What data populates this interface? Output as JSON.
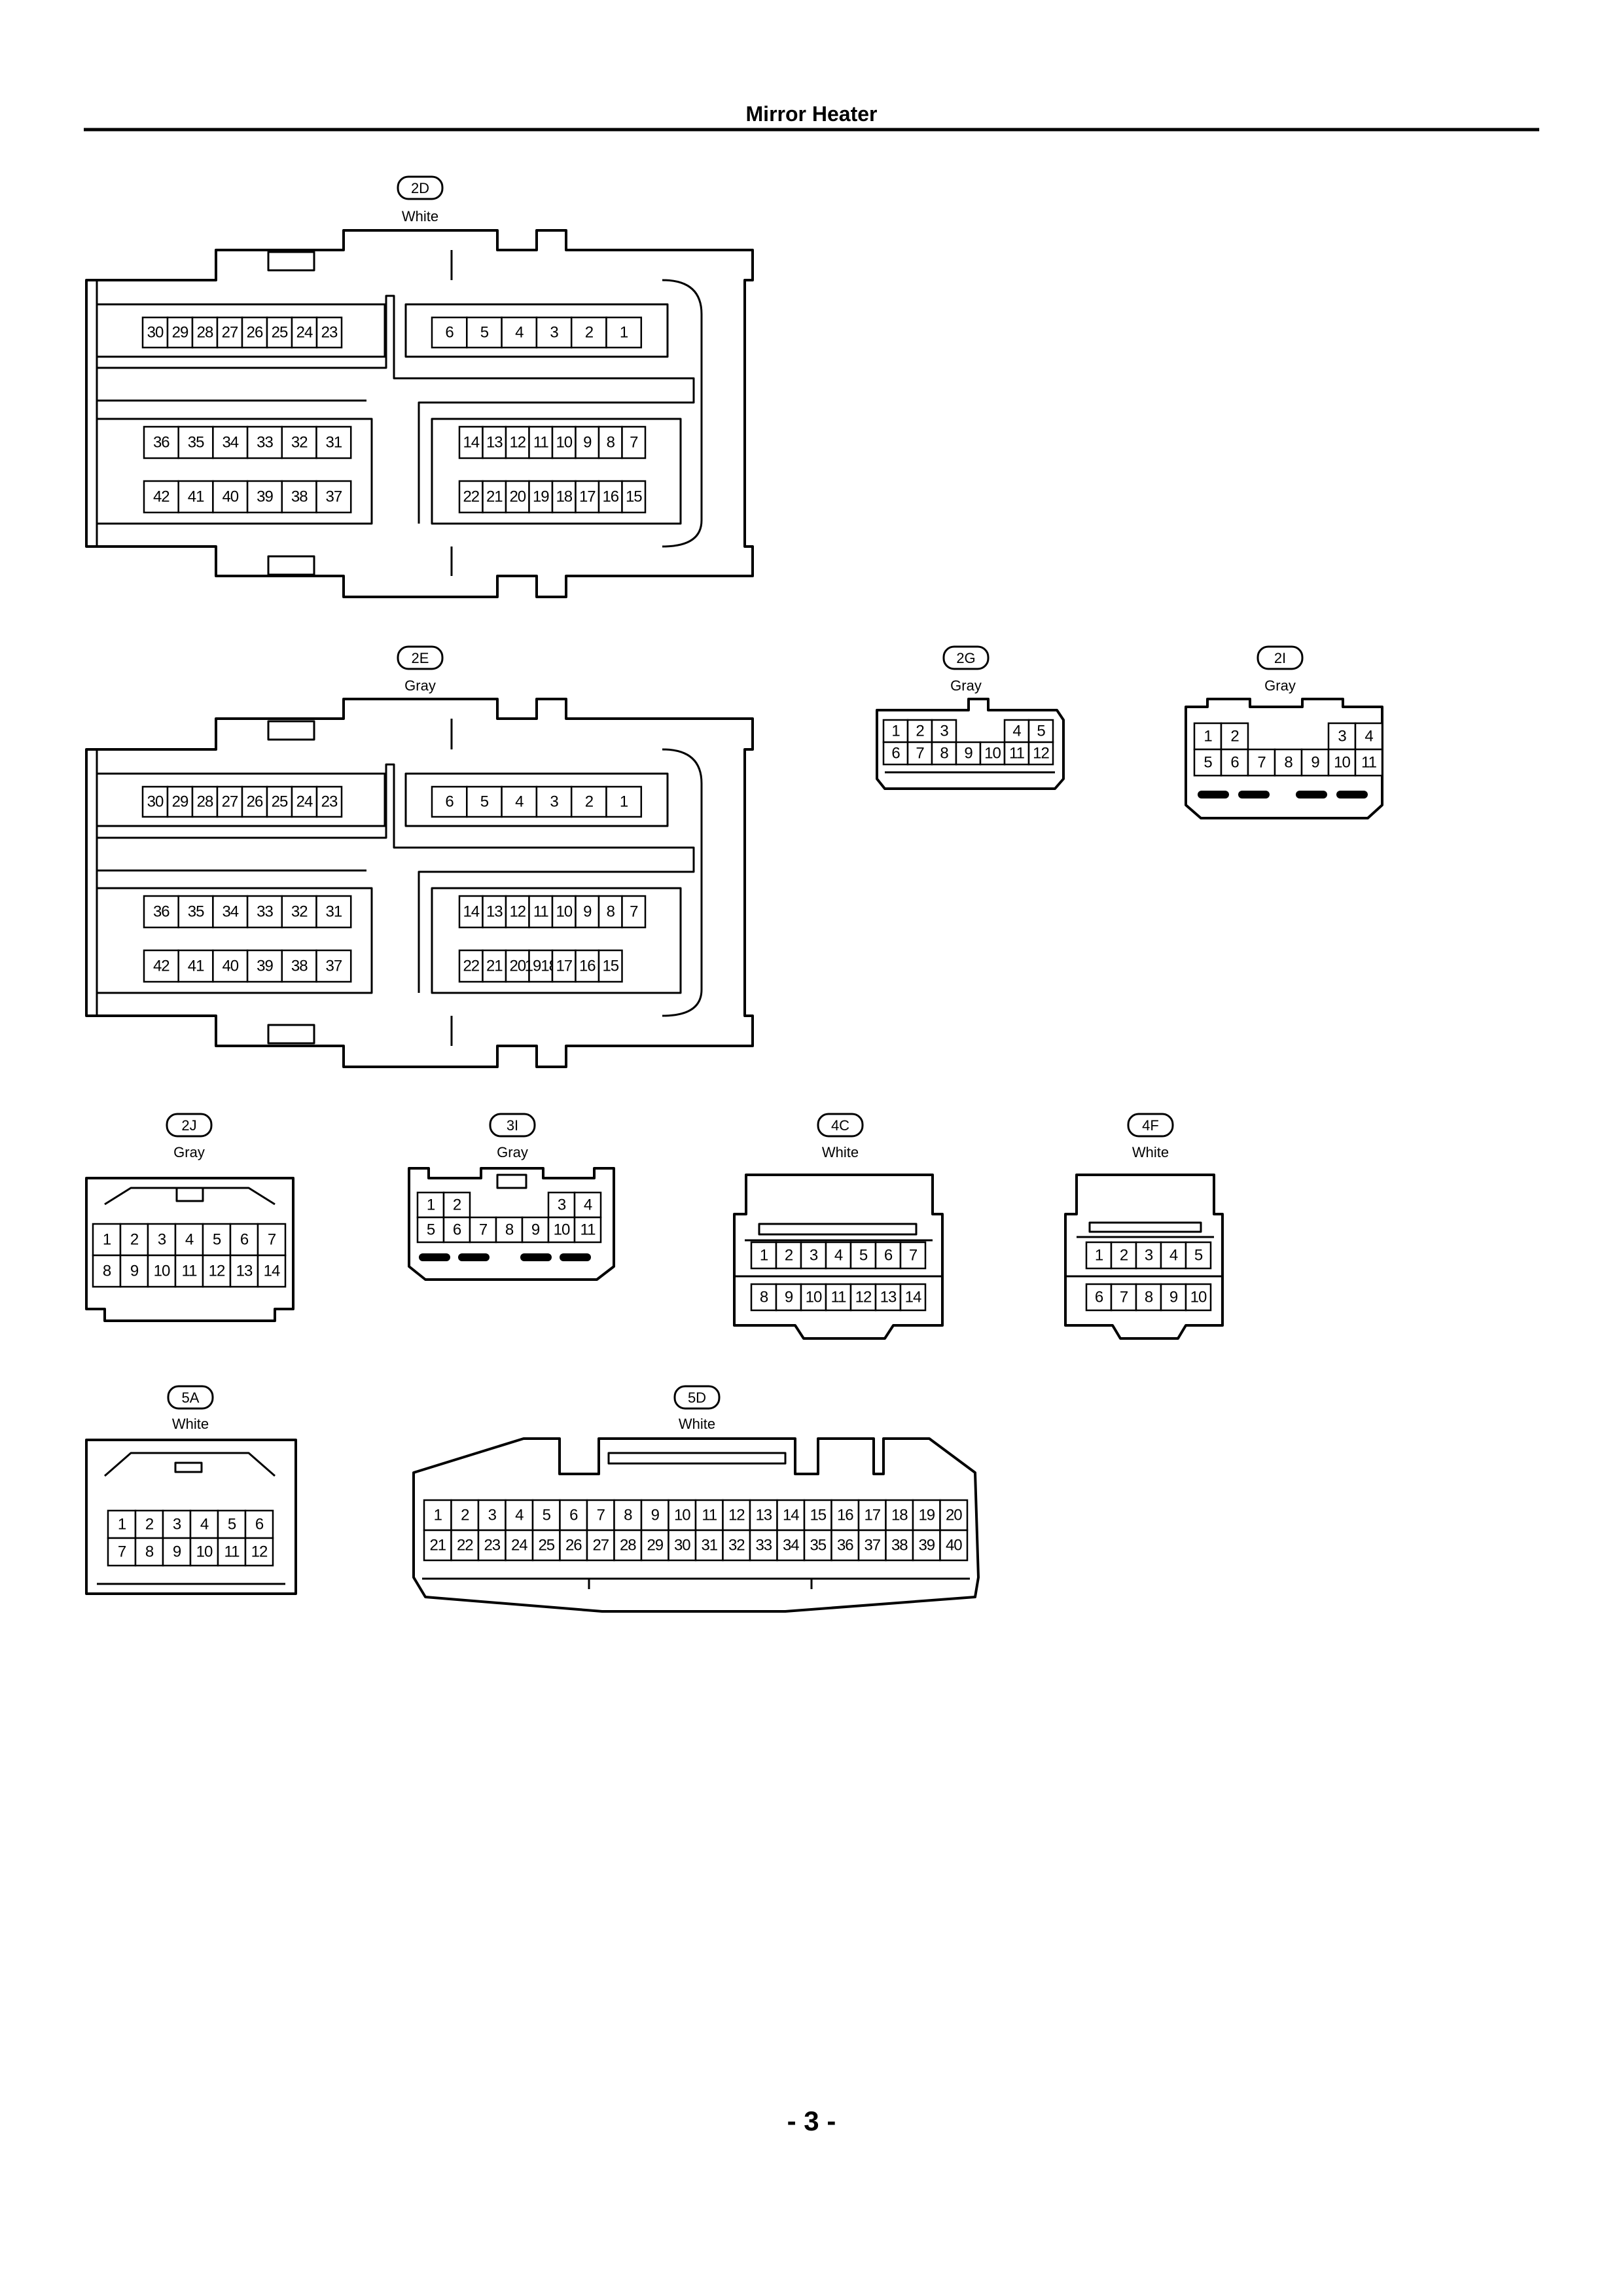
{
  "header": {
    "title": "Mirror Heater"
  },
  "footer": {
    "page_number": "- 3 -"
  },
  "connectors": [
    {
      "id": "2D",
      "color": "White",
      "pins": [
        [
          "30",
          "29",
          "28",
          "27",
          "26",
          "25",
          "24",
          "23"
        ],
        [
          "6",
          "5",
          "4",
          "3",
          "2",
          "1"
        ],
        [
          "36",
          "35",
          "34",
          "33",
          "32",
          "31"
        ],
        [
          "14",
          "13",
          "12",
          "11",
          "10",
          "9",
          "8",
          "7"
        ],
        [
          "42",
          "41",
          "40",
          "39",
          "38",
          "37"
        ],
        [
          "22",
          "21",
          "20",
          "19",
          "18",
          "17",
          "16",
          "15"
        ]
      ]
    },
    {
      "id": "2E",
      "color": "Gray",
      "pins": [
        [
          "30",
          "29",
          "28",
          "27",
          "26",
          "25",
          "24",
          "23"
        ],
        [
          "6",
          "5",
          "4",
          "3",
          "2",
          "1"
        ],
        [
          "36",
          "35",
          "34",
          "33",
          "32",
          "31"
        ],
        [
          "14",
          "13",
          "12",
          "11",
          "10",
          "9",
          "8",
          "7"
        ],
        [
          "42",
          "41",
          "40",
          "39",
          "38",
          "37"
        ],
        [
          "22",
          "21",
          "20",
          "1918",
          "17",
          "16",
          "15"
        ]
      ]
    },
    {
      "id": "2G",
      "color": "Gray",
      "pins": [
        [
          "1",
          "2",
          "3",
          "",
          "",
          "4",
          "5"
        ],
        [
          "6",
          "7",
          "8",
          "9",
          "10",
          "11",
          "12"
        ]
      ]
    },
    {
      "id": "2I",
      "color": "Gray",
      "pins": [
        [
          "1",
          "2",
          "",
          "",
          "",
          "3",
          "4"
        ],
        [
          "5",
          "6",
          "7",
          "8",
          "9",
          "10",
          "11"
        ]
      ]
    },
    {
      "id": "2J",
      "color": "Gray",
      "pins": [
        [
          "1",
          "2",
          "3",
          "4",
          "5",
          "6",
          "7"
        ],
        [
          "8",
          "9",
          "10",
          "11",
          "12",
          "13",
          "14"
        ]
      ]
    },
    {
      "id": "3I",
      "color": "Gray",
      "pins": [
        [
          "1",
          "2",
          "",
          "",
          "",
          "3",
          "4"
        ],
        [
          "5",
          "6",
          "7",
          "8",
          "9",
          "10",
          "11"
        ]
      ]
    },
    {
      "id": "4C",
      "color": "White",
      "pins": [
        [
          "1",
          "2",
          "3",
          "4",
          "5",
          "6",
          "7"
        ],
        [
          "8",
          "9",
          "10",
          "11",
          "12",
          "13",
          "14"
        ]
      ]
    },
    {
      "id": "4F",
      "color": "White",
      "pins": [
        [
          "1",
          "2",
          "3",
          "4",
          "5"
        ],
        [
          "6",
          "7",
          "8",
          "9",
          "10"
        ]
      ]
    },
    {
      "id": "5A",
      "color": "White",
      "pins": [
        [
          "1",
          "2",
          "3",
          "4",
          "5",
          "6"
        ],
        [
          "7",
          "8",
          "9",
          "10",
          "11",
          "12"
        ]
      ]
    },
    {
      "id": "5D",
      "color": "White",
      "pins": [
        [
          "1",
          "2",
          "3",
          "4",
          "5",
          "6",
          "7",
          "8",
          "9",
          "10",
          "11",
          "12",
          "13",
          "14",
          "15",
          "16",
          "17",
          "18",
          "19",
          "20"
        ],
        [
          "21",
          "22",
          "23",
          "24",
          "25",
          "26",
          "27",
          "28",
          "29",
          "30",
          "31",
          "32",
          "33",
          "34",
          "35",
          "36",
          "37",
          "38",
          "39",
          "40"
        ]
      ]
    }
  ]
}
